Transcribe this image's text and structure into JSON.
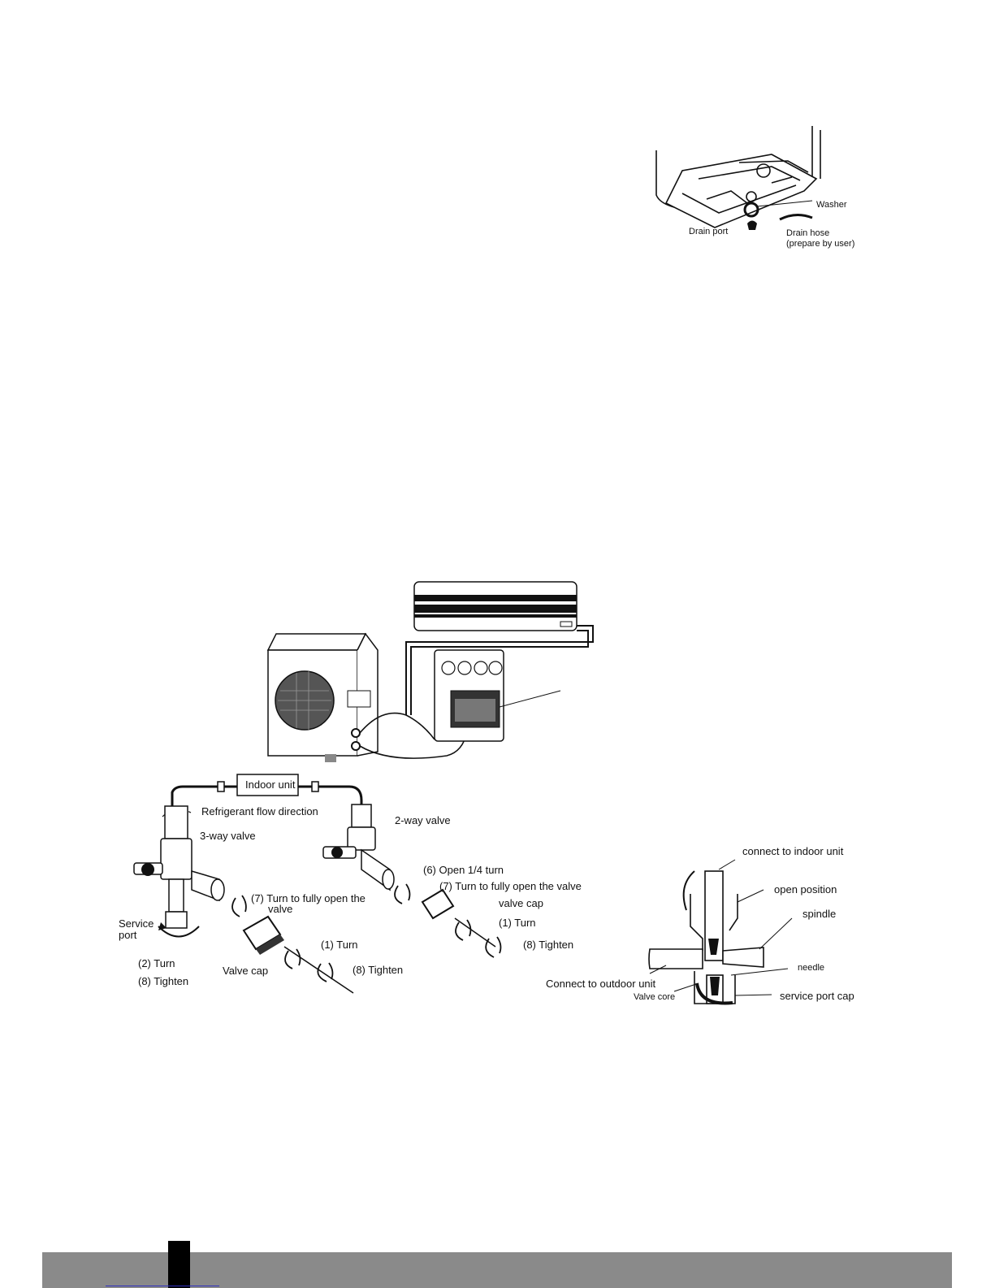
{
  "drain_figure": {
    "washer": "Washer",
    "drain_port": "Drain port",
    "drain_hose": "Drain hose",
    "prepare_by_user": "(prepare by user)"
  },
  "valve_figure": {
    "indoor_unit": "Indoor unit",
    "refrigerant_flow": "Refrigerant flow direction",
    "three_way_valve": "3-way valve",
    "two_way_valve": "2-way valve",
    "service_port_1": "Service",
    "service_port_2": "port",
    "turn_2": "(2) Turn",
    "tighten_8_left": "(8) Tighten",
    "valve_cap_left": "Valve cap",
    "turn_7_left_1": "(7) Turn to fully open the",
    "turn_7_left_2": "valve",
    "turn_1_left": "(1) Turn",
    "tighten_8_mid": "(8) Tighten",
    "open_6": "(6) Open 1/4 turn",
    "turn_7_right": "(7) Turn to fully open the valve",
    "valve_cap_right": "valve cap",
    "turn_1_right": "(1) Turn",
    "tighten_8_right": "(8) Tighten"
  },
  "section_figure": {
    "connect_indoor": "connect to indoor unit",
    "open_position": "open position",
    "spindle": "spindle",
    "needle": "needle",
    "connect_outdoor": "Connect to outdoor unit",
    "valve_core": "Valve core",
    "service_port_cap": "service port cap"
  }
}
